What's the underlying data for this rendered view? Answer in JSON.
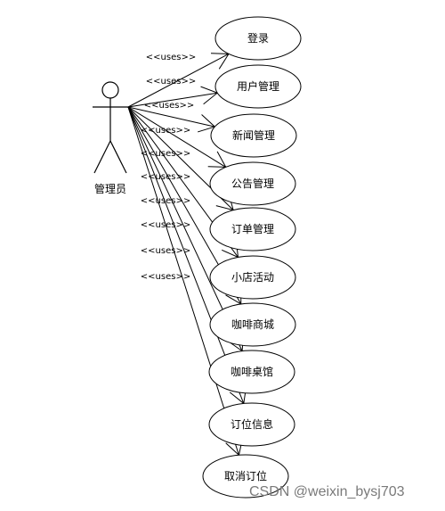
{
  "actor": {
    "label": "管理员"
  },
  "relation_label": "<<uses>>",
  "use_cases": [
    {
      "label": "登录"
    },
    {
      "label": "用户管理"
    },
    {
      "label": "新闻管理"
    },
    {
      "label": "公告管理"
    },
    {
      "label": "订单管理"
    },
    {
      "label": "小店活动"
    },
    {
      "label": "咖啡商城"
    },
    {
      "label": "咖啡桌馆"
    },
    {
      "label": "订位信息"
    },
    {
      "label": "取消订位"
    }
  ],
  "watermark": "CSDN @weixin_bysj703"
}
